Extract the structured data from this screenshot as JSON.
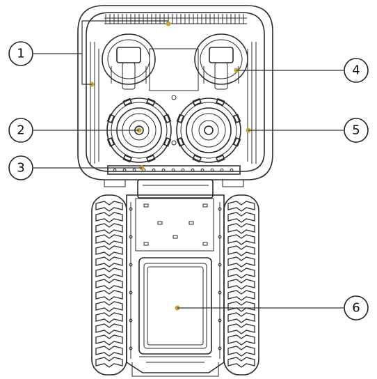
{
  "callouts": [
    {
      "label": "1"
    },
    {
      "label": "2"
    },
    {
      "label": "3"
    },
    {
      "label": "4"
    },
    {
      "label": "5"
    },
    {
      "label": "6"
    }
  ],
  "colors": {
    "line": "#2a2a2a",
    "marker": "#c9a23a",
    "background": "#ffffff"
  }
}
